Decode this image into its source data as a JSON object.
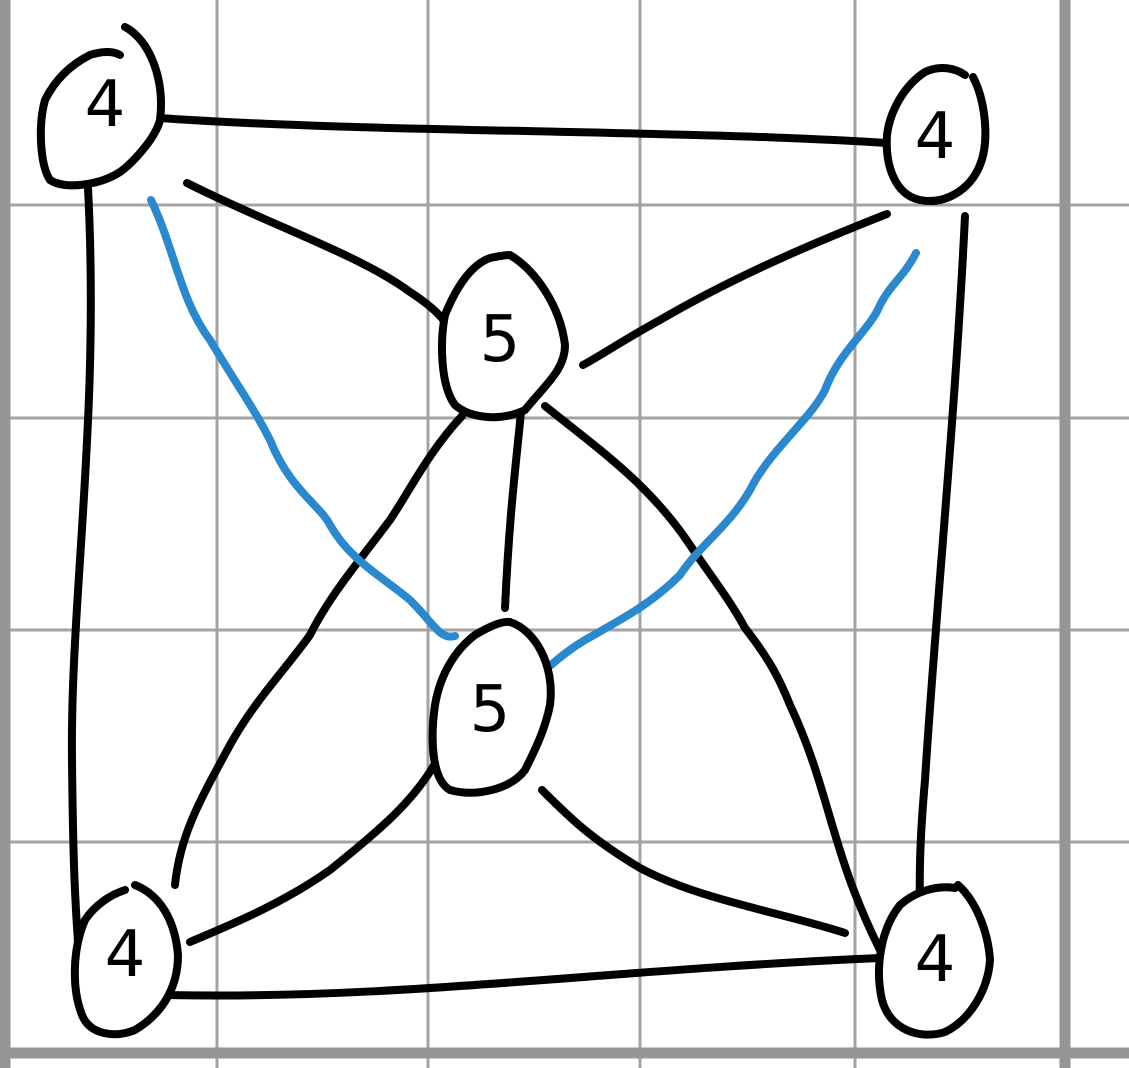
{
  "diagram": {
    "nodes": [
      {
        "id": "top-left",
        "label": "4"
      },
      {
        "id": "top-right",
        "label": "4"
      },
      {
        "id": "center-upper",
        "label": "5"
      },
      {
        "id": "center-lower",
        "label": "5"
      },
      {
        "id": "bottom-left",
        "label": "4"
      },
      {
        "id": "bottom-right",
        "label": "4"
      }
    ],
    "edges": [
      {
        "from": "top-left",
        "to": "top-right",
        "color": "black"
      },
      {
        "from": "top-left",
        "to": "bottom-left",
        "color": "black"
      },
      {
        "from": "top-right",
        "to": "bottom-right",
        "color": "black"
      },
      {
        "from": "bottom-left",
        "to": "bottom-right",
        "color": "black"
      },
      {
        "from": "top-left",
        "to": "center-upper",
        "color": "black"
      },
      {
        "from": "top-right",
        "to": "center-upper",
        "color": "black"
      },
      {
        "from": "center-upper",
        "to": "center-lower",
        "color": "black"
      },
      {
        "from": "center-upper",
        "to": "bottom-left",
        "color": "black"
      },
      {
        "from": "center-upper",
        "to": "bottom-right",
        "color": "black"
      },
      {
        "from": "center-lower",
        "to": "bottom-left",
        "color": "black"
      },
      {
        "from": "center-lower",
        "to": "bottom-right",
        "color": "black"
      },
      {
        "from": "top-left",
        "to": "center-lower",
        "color": "blue"
      },
      {
        "from": "top-right",
        "to": "center-lower",
        "color": "blue"
      }
    ],
    "colors": {
      "edge": "#000000",
      "highlight_edge": "#2a88cf",
      "grid": "#a3a3a3",
      "grid_heavy": "#959595",
      "background": "#ffffff"
    }
  }
}
